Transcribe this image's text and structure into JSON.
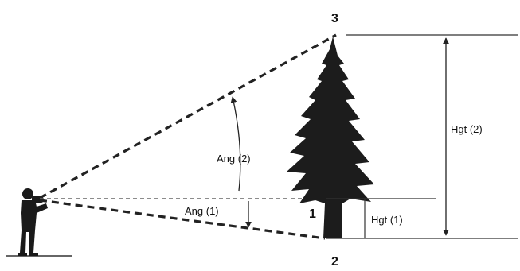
{
  "diagram": {
    "point_top": "3",
    "point_base": "2",
    "point_mid": "1",
    "angle1_label": "Ang (1)",
    "angle2_label": "Ang (2)",
    "height1_label": "Hgt (1)",
    "height2_label": "Hgt (2)"
  }
}
